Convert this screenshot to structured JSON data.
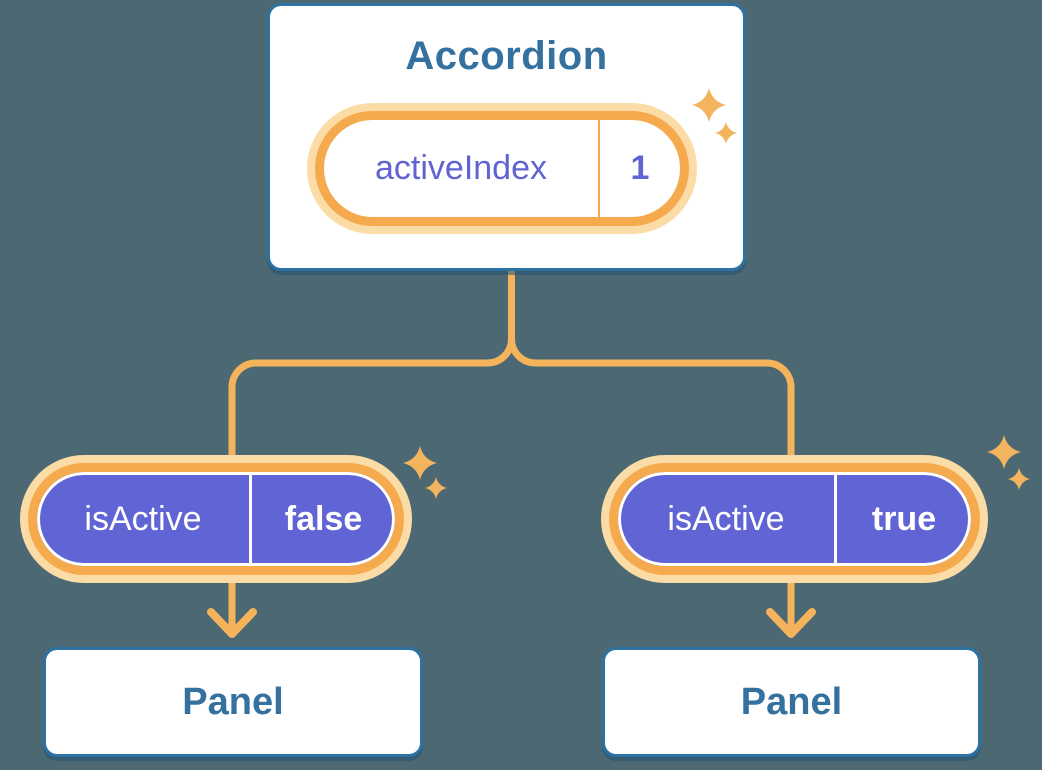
{
  "accordion": {
    "title": "Accordion",
    "prop": {
      "name": "activeIndex",
      "value": "1"
    }
  },
  "children": [
    {
      "prop": {
        "name": "isActive",
        "value": "false"
      },
      "panel": {
        "title": "Panel"
      }
    },
    {
      "prop": {
        "name": "isActive",
        "value": "true"
      },
      "panel": {
        "title": "Panel"
      }
    }
  ],
  "icons": {
    "sparkles": "sparkle-icon",
    "arrows": "arrow-down-icon"
  },
  "colors": {
    "background": "#4C6873",
    "card_border": "#2D72A3",
    "card_fill": "#FFFFFF",
    "heading_text": "#35719F",
    "pill_ring_orange": "#F5AA4D",
    "pill_glow_orange": "#FBDCA6",
    "connector_orange": "#F5B45C",
    "state_purple_fill": "#6164D4",
    "prop_purple_text": "#6064D3",
    "pill_white_text": "#FFFFFF"
  }
}
